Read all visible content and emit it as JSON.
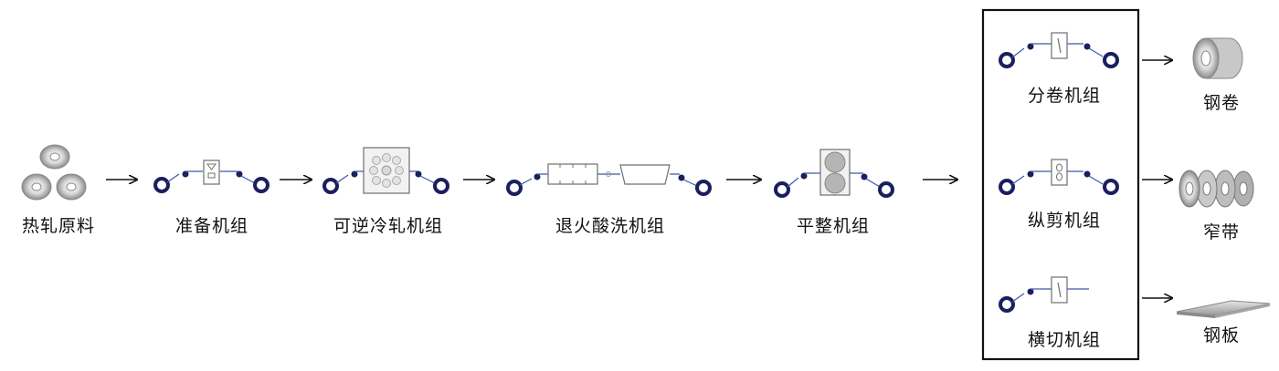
{
  "diagram": {
    "raw_material": {
      "label": "热轧原料"
    },
    "stages": [
      {
        "label": "准备机组"
      },
      {
        "label": "可逆冷轧机组"
      },
      {
        "label": "退火酸洗机组"
      },
      {
        "label": "平整机组"
      }
    ],
    "finishing_lines": [
      {
        "label": "分卷机组",
        "product": "钢卷"
      },
      {
        "label": "纵剪机组",
        "product": "窄带"
      },
      {
        "label": "横切机组",
        "product": "钢板"
      }
    ],
    "colors": {
      "coil": "#1a1f5e",
      "strip": "#3b5ba9",
      "equipment": "#6f6f6f",
      "arrow": "#111111"
    }
  }
}
